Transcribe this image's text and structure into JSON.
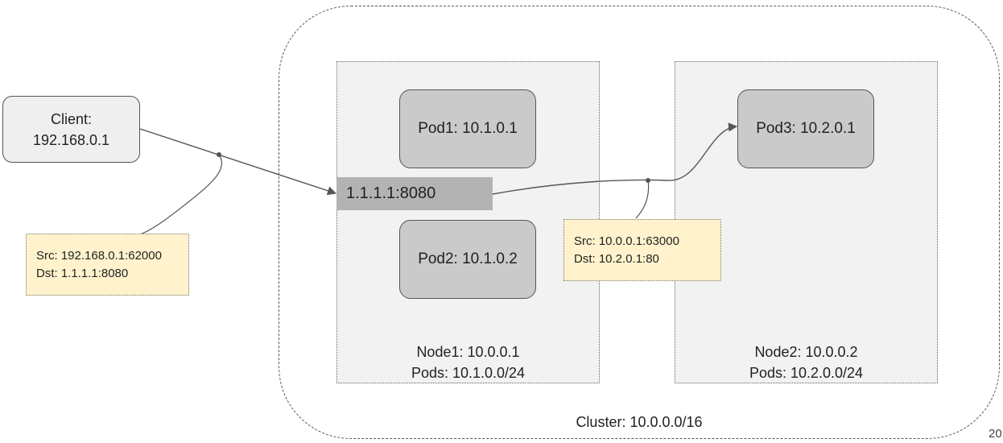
{
  "cluster": {
    "label": "Cluster: 10.0.0.0/16"
  },
  "nodes": [
    {
      "name": "Node1: 10.0.0.1",
      "pods": "Pods: 10.1.0.0/24"
    },
    {
      "name": "Node2: 10.0.0.2",
      "pods": "Pods: 10.2.0.0/24"
    }
  ],
  "pods": [
    "Pod1: 10.1.0.1",
    "Pod2: 10.1.0.2",
    "Pod3: 10.2.0.1"
  ],
  "client": {
    "line1": "Client:",
    "line2": "192.168.0.1"
  },
  "service": {
    "label": "1.1.1.1:8080"
  },
  "notes": [
    {
      "src": "Src: 192.168.0.1:62000",
      "dst": "Dst: 1.1.1.1:8080"
    },
    {
      "src": "Src: 10.0.0.1:63000",
      "dst": "Dst: 10.2.0.1:80"
    }
  ],
  "page_number": "20",
  "colors": {
    "node_bg": "#f2f2f2",
    "pod_bg": "#cacaca",
    "service_bg": "#b3b3b3",
    "note_bg": "#fff2cc",
    "line": "#555555"
  }
}
